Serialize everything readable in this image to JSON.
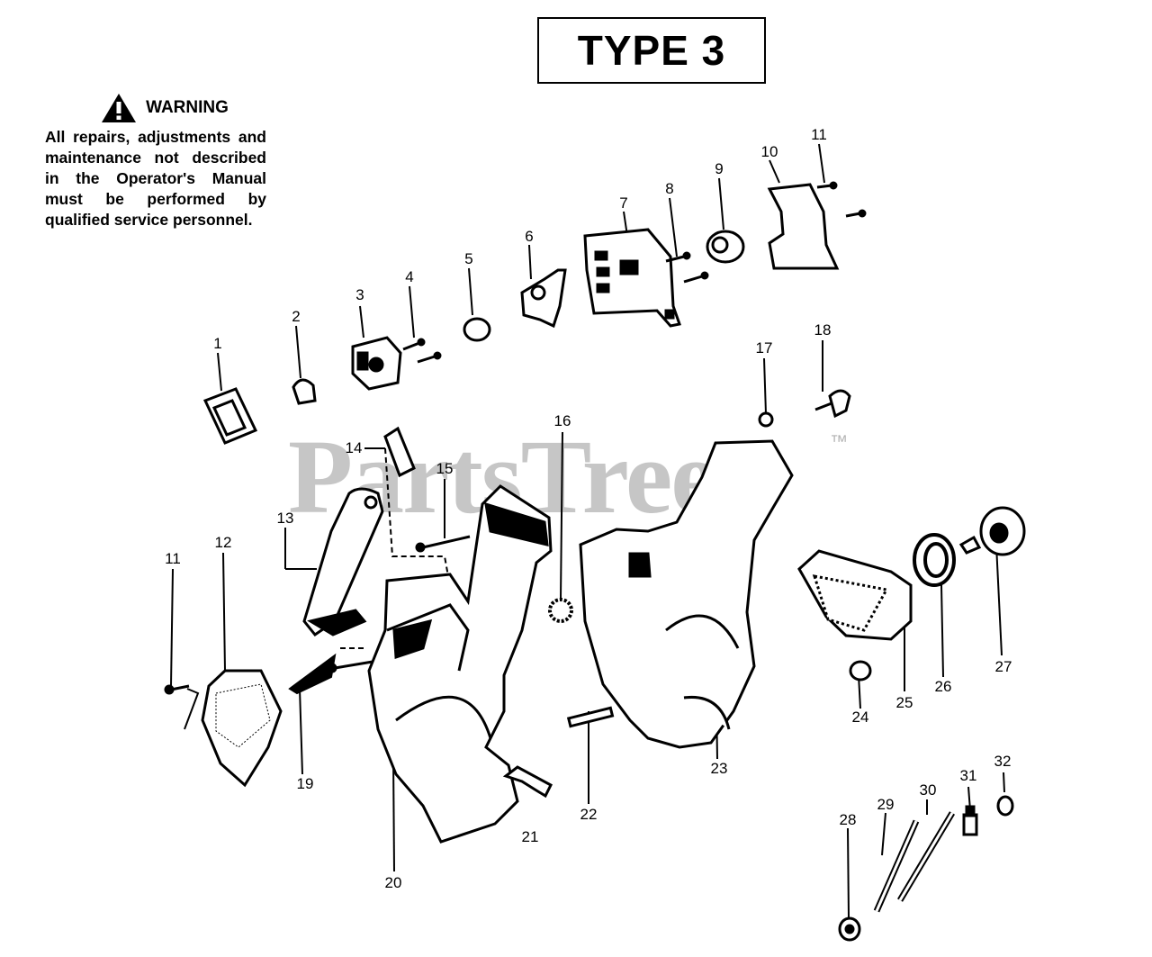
{
  "title": "TYPE 3",
  "warning": {
    "heading": "WARNING",
    "text": "All repairs, adjustments and maintenance not described in the Operator's Manual must be performed by qualified service personnel."
  },
  "watermark": "PartsTree",
  "trademark": "™",
  "callouts": [
    "1",
    "2",
    "3",
    "4",
    "5",
    "6",
    "7",
    "8",
    "9",
    "10",
    "11",
    "18",
    "17",
    "16",
    "14",
    "15",
    "13",
    "12",
    "11",
    "19",
    "20",
    "21",
    "22",
    "23",
    "24",
    "25",
    "26",
    "27",
    "28",
    "29",
    "30",
    "31",
    "32"
  ]
}
